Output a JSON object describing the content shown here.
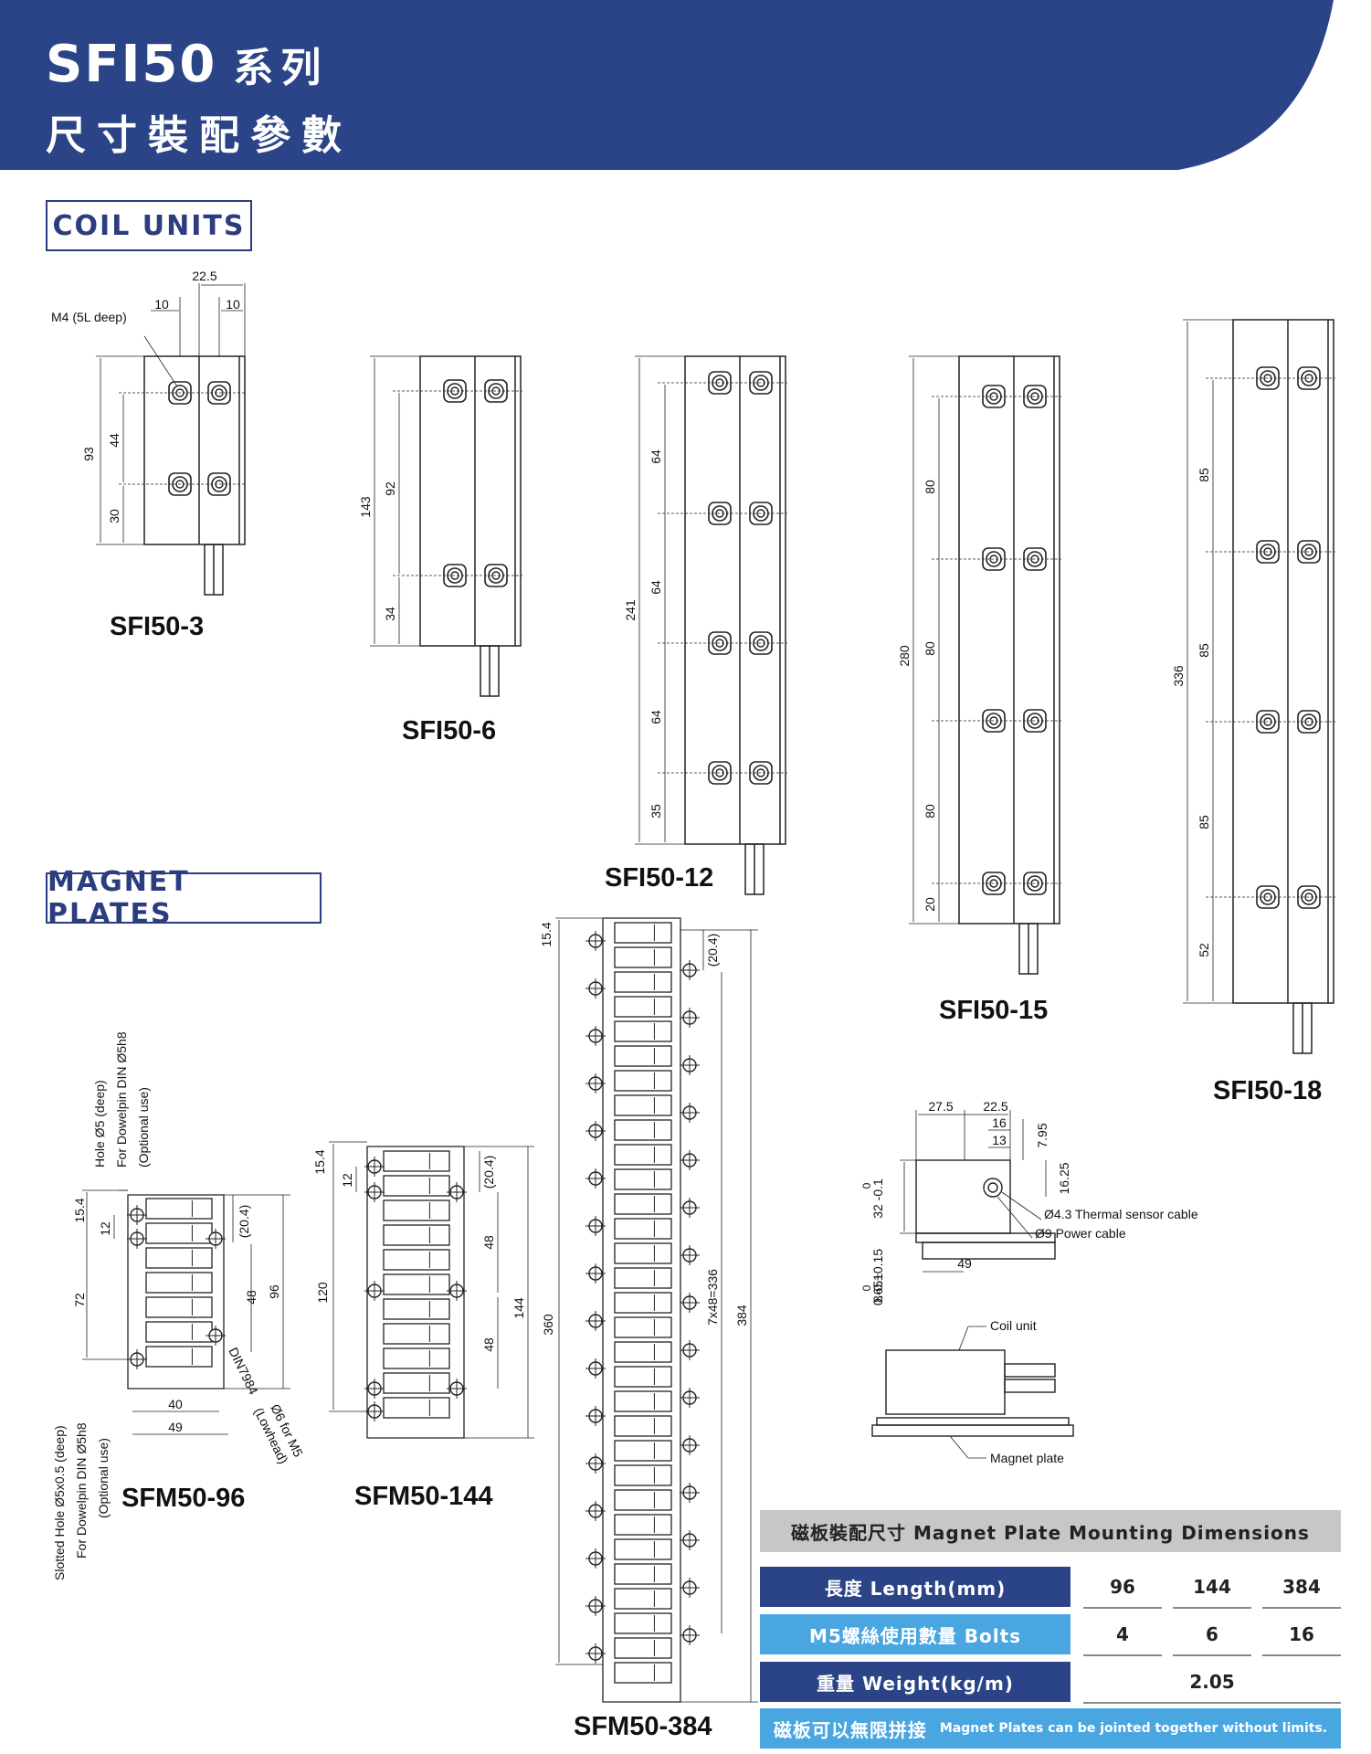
{
  "header": {
    "model": "SFI50",
    "series": "系列",
    "subtitle": "尺寸裝配參數",
    "color": "#2b4487"
  },
  "sections": {
    "coil_units": "COIL UNITS",
    "magnet_plates": "MAGNET PLATES"
  },
  "coil_units": {
    "sfi50_3": {
      "label": "SFI50-3",
      "dims": [
        "22.5",
        "10",
        "10",
        "93",
        "44",
        "30"
      ],
      "hole_note": "M4 (5L deep)"
    },
    "sfi50_6": {
      "label": "SFI50-6",
      "dims": [
        "143",
        "92",
        "34"
      ]
    },
    "sfi50_12": {
      "label": "SFI50-12",
      "dims": [
        "241",
        "64",
        "64",
        "64",
        "35"
      ]
    },
    "sfi50_15": {
      "label": "SFI50-15",
      "dims": [
        "280",
        "80",
        "80",
        "80",
        "20"
      ]
    },
    "sfi50_18": {
      "label": "SFI50-18",
      "dims": [
        "336",
        "85",
        "85",
        "85",
        "52"
      ]
    }
  },
  "magnet_plates": {
    "sfm50_96": {
      "label": "SFM50-96",
      "dims": [
        "15.4",
        "12",
        "72",
        "(20.4)",
        "48",
        "96",
        "40",
        "49"
      ],
      "hole_note_1": "Hole Ø5 (deep)",
      "hole_note_2": "For Dowelpin DIN Ø5h8",
      "hole_note_3": "(Optional use)",
      "slot_note_1": "Slotted Hole Ø5x0.5 (deep)",
      "slot_note_2": "For Dowelpin DIN Ø5h8",
      "slot_note_3": "(Optional use)",
      "screw_note_1": "DIN7984",
      "screw_note_2": "Ø6 for M5",
      "screw_note_3": "(Lowhead)"
    },
    "sfm50_144": {
      "label": "SFM50-144",
      "dims": [
        "15.4",
        "12",
        "120",
        "(20.4)",
        "48",
        "48",
        "144"
      ]
    },
    "sfm50_384": {
      "label": "SFM50-384",
      "dims": [
        "15.4",
        "360",
        "(20.4)",
        "7x48=336",
        "384"
      ]
    }
  },
  "cross_section": {
    "dims": [
      "27.5",
      "22.5",
      "16",
      "13",
      "7.95",
      "16.25",
      "49",
      "0",
      "32 -0.1",
      "0.65±0.15",
      "0",
      "8-0.1"
    ],
    "thermal_cable": "Ø4.3 Thermal sensor cable",
    "power_cable": "Ø9 Power cable"
  },
  "assembly": {
    "coil_unit": "Coil unit",
    "magnet_plate": "Magnet plate"
  },
  "table": {
    "title": "磁板裝配尺寸 Magnet Plate Mounting Dimensions",
    "rows": [
      {
        "label": "長度 Length(mm)",
        "values": [
          "96",
          "144",
          "384"
        ],
        "color": "#2b4487"
      },
      {
        "label": "M5螺絲使用數量 Bolts",
        "values": [
          "4",
          "6",
          "16"
        ],
        "color": "#4aa6e0"
      },
      {
        "label": "重量 Weight(kg/m)",
        "values": [
          "2.05"
        ],
        "color": "#2b4487"
      }
    ],
    "footer_cn": "磁板可以無限拼接",
    "footer_en": "Magnet Plates can be jointed together without limits."
  }
}
